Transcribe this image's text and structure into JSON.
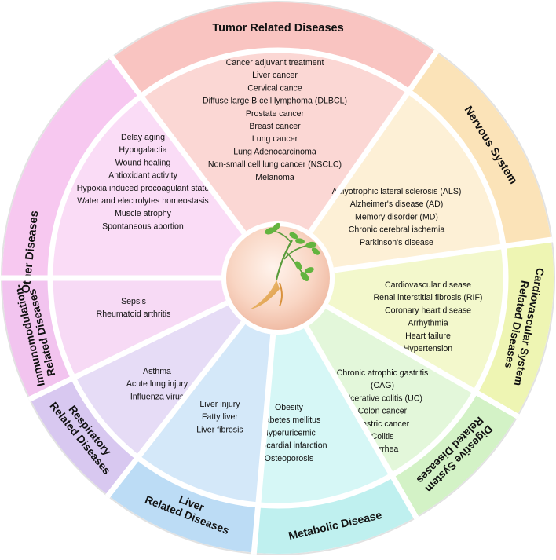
{
  "sectors": [
    {
      "id": "tumor",
      "title": [
        "Tumor Related Diseases"
      ],
      "items": [
        "Cancer adjuvant treatment",
        "Liver cancer",
        "Cervical cance",
        "Diffuse large B cell lymphoma (DLBCL)",
        "Prostate cancer",
        "Breast cancer",
        "Lung cancer",
        "Lung Adenocarcinoma",
        "Non-small cell lung cancer (NSCLC)",
        "Melanoma"
      ],
      "outer_color": "#f9c4c1",
      "inner_color": "#fbd7d4"
    },
    {
      "id": "nervous",
      "title": [
        "Nervous System"
      ],
      "items": [
        "Amyotrophic lateral sclerosis (ALS)",
        "Alzheimer's disease (AD)",
        "Memory disorder (MD)",
        "Chronic cerebral ischemia",
        "Parkinson's disease"
      ],
      "outer_color": "#fbe3b8",
      "inner_color": "#fdf0d6"
    },
    {
      "id": "cardio",
      "title": [
        "Cardiovascular System",
        "Related Diseases"
      ],
      "items": [
        "Cardiovascular disease",
        "Renal interstitial fibrosis (RIF)",
        "Coronary heart disease",
        "Arrhythmia",
        "Heart failure",
        "Hypertension"
      ],
      "outer_color": "#eef5b3",
      "inner_color": "#f3f8cc"
    },
    {
      "id": "digestive",
      "title": [
        "Digestive System",
        "Related Diseases"
      ],
      "items": [
        "Chronic atrophic gastritis",
        "(CAG)",
        "Ulcerative colitis (UC)",
        "Colon cancer",
        "Gastric cancer",
        "Colitis",
        "Diarrhea"
      ],
      "outer_color": "#d3f2c6",
      "inner_color": "#e3f7da"
    },
    {
      "id": "metabolic",
      "title": [
        "Metabolic Disease"
      ],
      "items": [
        "Obesity",
        "Diabetes mellitus",
        "Hyperuricemic",
        "Myocardial infarction",
        "Osteoporosis"
      ],
      "outer_color": "#bff0ef",
      "inner_color": "#d6f7f6"
    },
    {
      "id": "liver",
      "title": [
        "Liver",
        "Related Diseases"
      ],
      "items": [
        "Liver injury",
        "Fatty liver",
        "Liver fibrosis"
      ],
      "outer_color": "#bcdcf5",
      "inner_color": "#d4e8f9"
    },
    {
      "id": "respiratory",
      "title": [
        "Respiratory",
        "Related Diseases"
      ],
      "items": [
        "Asthma",
        "Acute lung injury",
        "Influenza virus"
      ],
      "outer_color": "#d8c8f0",
      "inner_color": "#e6dcf6"
    },
    {
      "id": "immuno",
      "title": [
        "Immunomodulation-",
        "Related Diseases"
      ],
      "items": [
        "Sepsis",
        "Rheumatoid arthritis"
      ],
      "outer_color": "#f2c4ef",
      "inner_color": "#f7daf5"
    },
    {
      "id": "other",
      "title": [
        "Other Diseases"
      ],
      "items": [
        "Delay aging",
        "Hypogalactia",
        "Wound healing",
        "Antioxidant activity",
        "Hypoxia induced procoagulant state",
        "Water and electrolytes homeostasis",
        "Muscle atrophy",
        "Spontaneous abortion"
      ],
      "outer_color": "#f7c8f0",
      "inner_color": "#fadcf6"
    }
  ],
  "center_icon": "ginseng-plant-icon",
  "colors": {
    "outline": "#e4e4e4",
    "separator": "#ffffff",
    "text": "#111111"
  }
}
